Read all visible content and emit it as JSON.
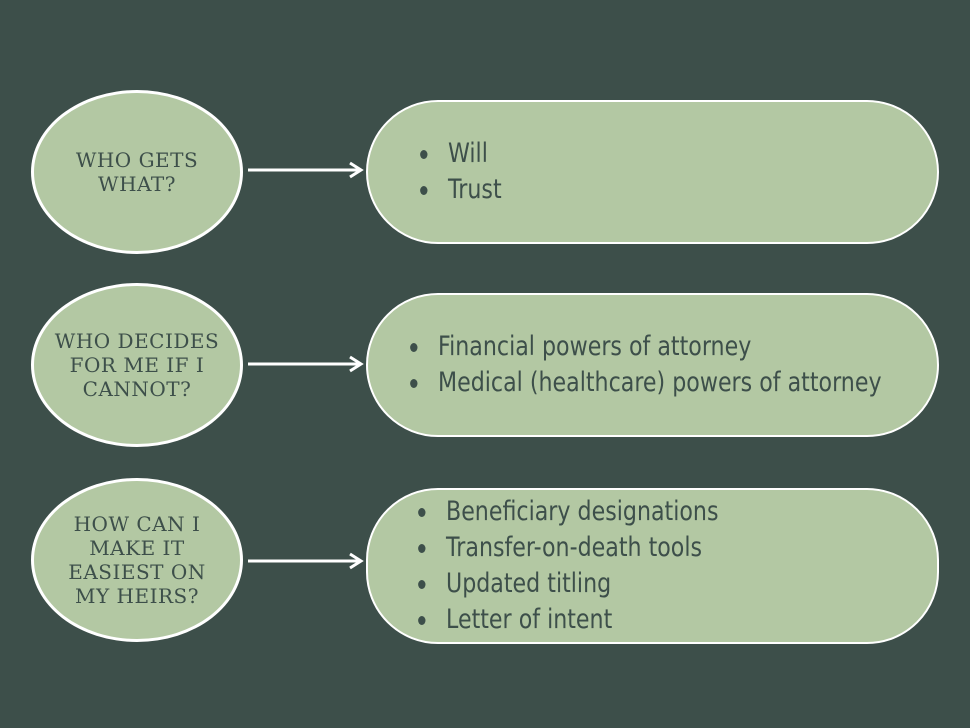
{
  "rows": [
    {
      "question": "WHO GETS\nWHAT?",
      "items": [
        "Will",
        "Trust"
      ]
    },
    {
      "question": "WHO DECIDES\nFOR ME IF I\nCANNOT?",
      "items": [
        "Financial powers of attorney",
        "Medical (healthcare) powers of attorney"
      ]
    },
    {
      "question": "HOW CAN I\nMAKE IT\nEASIEST ON\nMY HEIRS?",
      "items": [
        "Beneficiary designations",
        "Transfer-on-death tools",
        "Updated titling",
        "Letter of intent"
      ]
    }
  ],
  "colors": {
    "background": "#3d4f4a",
    "shape_fill": "#b3c8a3",
    "outline": "#ffffff",
    "text": "#3d4f4a"
  }
}
